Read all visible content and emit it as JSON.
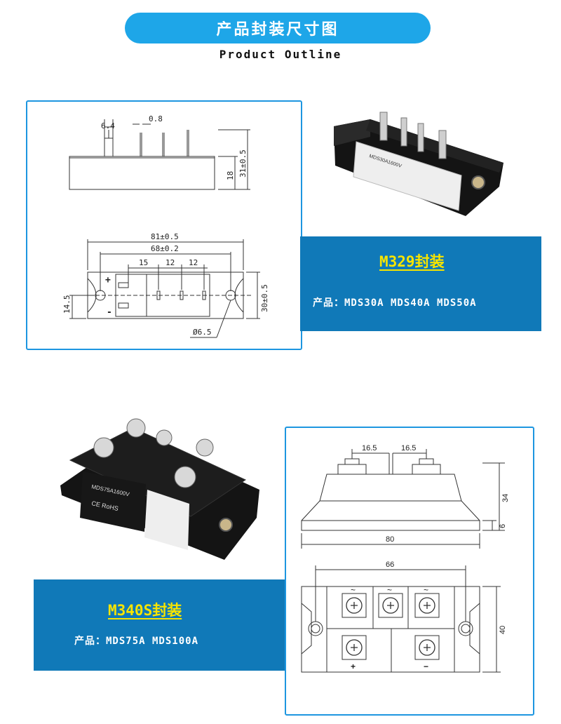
{
  "header": {
    "title": "产品封装尺寸图",
    "subtitle": "Product Outline"
  },
  "colors": {
    "accent": "#1ea6e8",
    "bar": "#1079b8",
    "title_yellow": "#f7e400",
    "panel_border": "#1d96e0"
  },
  "m329": {
    "title": "M329封装",
    "products": "产品：MDS30A MDS40A MDS50A",
    "dims": {
      "pin_width": "6.4",
      "pin_thick": "0.8",
      "height_total": "31±0.5",
      "height_body": "18",
      "len_total": "81±0.5",
      "hole_spacing": "68±0.2",
      "pin_pitch_a": "15",
      "pin_pitch_b": "12",
      "pin_pitch_c": "12",
      "width_total": "30±0.5",
      "hole_offset": "14.5",
      "hole_dia": "Ø6.5",
      "plus": "+",
      "minus": "-"
    },
    "photo_marking": "MDS30A1600V"
  },
  "m340s": {
    "title": "M340S封装",
    "products": "产品：MDS75A MDS100A",
    "dims": {
      "pitch_a": "16.5",
      "pitch_b": "16.5",
      "height": "34",
      "base": "6",
      "length": "80",
      "hole_spacing": "66",
      "width": "40",
      "ac_a": "~",
      "ac_b": "~",
      "ac_c": "~",
      "plus": "+",
      "minus": "−"
    },
    "photo_marking": "MDS75A1600V",
    "photo_cert": "CE RoHS"
  }
}
